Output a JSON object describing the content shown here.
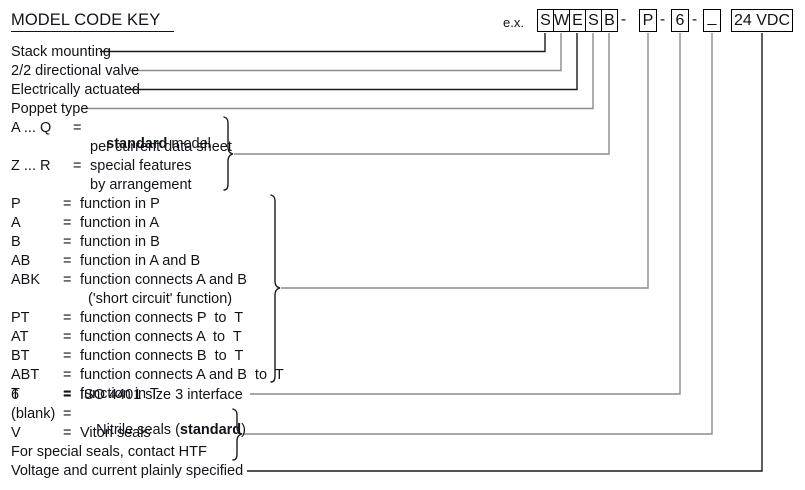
{
  "document": {
    "title": "MODEL CODE KEY",
    "example_label": "e.x."
  },
  "code_string": {
    "boxes": [
      {
        "name": "stack-mounting",
        "value": "S"
      },
      {
        "name": "directional-valve",
        "value": "W"
      },
      {
        "name": "electrically-actuated",
        "value": "E"
      },
      {
        "name": "poppet-type",
        "value": "S"
      },
      {
        "name": "model-variant",
        "value": "B"
      },
      {
        "name": "function-port",
        "value": "P"
      },
      {
        "name": "interface-size",
        "value": "6"
      },
      {
        "name": "seal-material",
        "value": "_"
      },
      {
        "name": "voltage",
        "value": "24 VDC"
      }
    ],
    "separators": [
      "-",
      "-",
      "-"
    ]
  },
  "key_rows": [
    {
      "code": "",
      "eq": "",
      "desc": "Stack mounting"
    },
    {
      "code": "",
      "eq": "",
      "desc": "2/2 directional valve"
    },
    {
      "code": "",
      "eq": "",
      "desc": "Electrically actuated"
    },
    {
      "code": "",
      "eq": "",
      "desc": "Poppet type"
    }
  ],
  "model_group": [
    {
      "code": "A ... Q",
      "eq": "=",
      "desc_bold": "standard",
      "desc_pre": "",
      "desc_post": " model"
    },
    {
      "cont": "per current data sheet"
    },
    {
      "code": "Z ... R",
      "eq": "=",
      "desc_pre": "special features",
      "desc_bold": "",
      "desc_post": ""
    },
    {
      "cont": "by arrangement"
    }
  ],
  "function_group": [
    {
      "code": "P",
      "eq": "=",
      "desc": "function in P"
    },
    {
      "code": "A",
      "eq": "=",
      "desc": "function in A"
    },
    {
      "code": "B",
      "eq": "=",
      "desc": "function in B"
    },
    {
      "code": "AB",
      "eq": "=",
      "desc": "function in A and B"
    },
    {
      "code": "ABK",
      "eq": "=",
      "desc": "function connects A and B"
    },
    {
      "cont": "('short circuit' function)"
    },
    {
      "code": "PT",
      "eq": "=",
      "desc": "function connects P  to  T"
    },
    {
      "code": "AT",
      "eq": "=",
      "desc": "function connects A  to  T"
    },
    {
      "code": "BT",
      "eq": "=",
      "desc": "function connects B  to  T"
    },
    {
      "code": "ABT",
      "eq": "=",
      "desc": "function connects A and B  to  T"
    },
    {
      "code": "T",
      "eq": "=",
      "desc": "function in T"
    }
  ],
  "interface_row": {
    "code": "6",
    "eq": "=",
    "desc": "ISO 4401 size 3 interface"
  },
  "seal_group": [
    {
      "code": "(blank)",
      "eq": "=",
      "desc_pre": "Nitrile seals (",
      "desc_bold": "standard",
      "desc_post": ")"
    },
    {
      "code": "V",
      "eq": "=",
      "desc_pre": "Viton seals",
      "desc_bold": "",
      "desc_post": ""
    },
    {
      "code": "",
      "eq": "",
      "desc_pre": "For special seals, contact HTF",
      "desc_bold": "",
      "desc_post": ""
    }
  ],
  "voltage_row": {
    "desc": "Voltage and current plainly specified"
  },
  "colors": {
    "ink": "#10131a",
    "line_dark": "#1a1a1a",
    "line_gray": "#8c8c8c",
    "background": "#ffffff"
  }
}
